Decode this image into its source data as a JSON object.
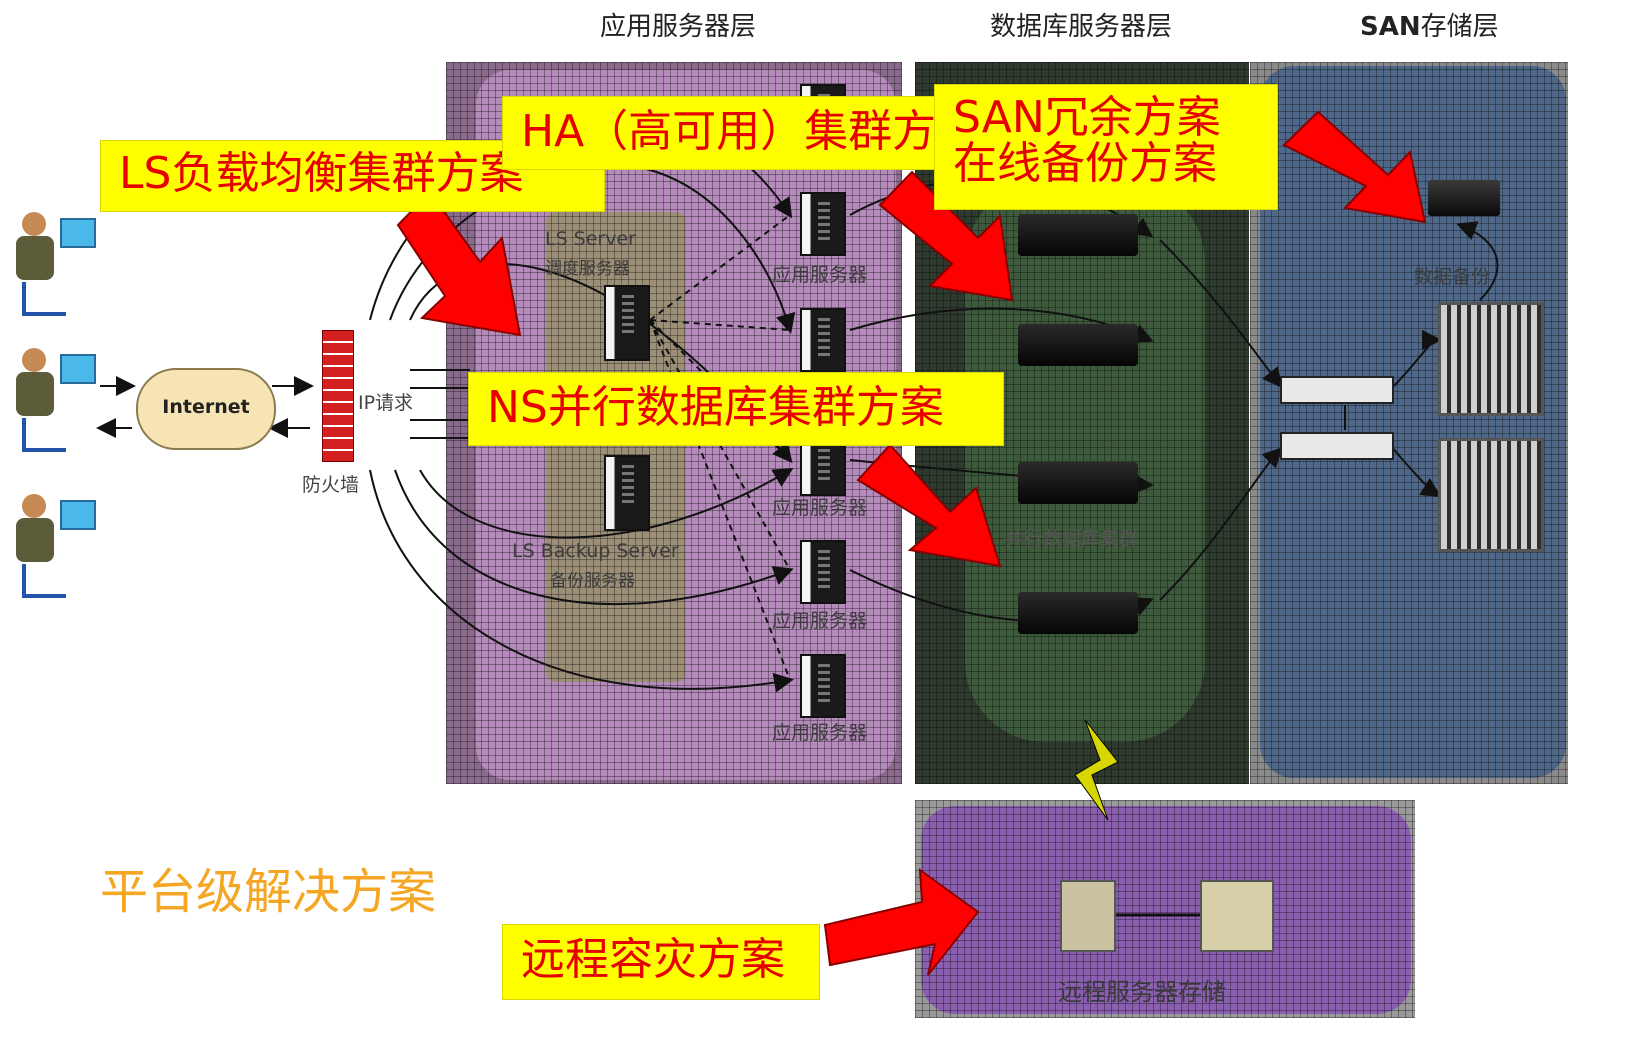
{
  "layers": {
    "app_layer": "应用服务器层",
    "db_layer": "数据库服务器层",
    "san_layer_bold": "SAN",
    "san_layer_rest": "存储层"
  },
  "callouts": {
    "ls": "LS负载均衡集群方案",
    "ha": "HA（高可用）集群方案",
    "san_line1": "SAN冗余方案",
    "san_line2": "在线备份方案",
    "ns": "NS并行数据库集群方案",
    "remote": "远程容灾方案"
  },
  "labels": {
    "internet": "Internet",
    "firewall": "防火墙",
    "ip_request": "IP请求",
    "ls_server": "LS Server",
    "ls_server_sub": "调度服务器",
    "ls_backup": "LS Backup Server",
    "ls_backup_sub": "备份服务器",
    "app_server": "应用服务器",
    "db_cluster": "并行数据库集群",
    "data_backup": "数据备份",
    "remote_storage": "远程服务器存储"
  },
  "page_title": "平台级解决方案",
  "colors": {
    "callout_bg": "#ffff00",
    "callout_text": "#e60000",
    "arrow": "#ff0000",
    "title": "#f5a623",
    "app_panel": "#c58ad0",
    "db_panel": "#3a4a3a",
    "san_panel": "#5a7090",
    "remote_panel": "#9b6bc0"
  }
}
